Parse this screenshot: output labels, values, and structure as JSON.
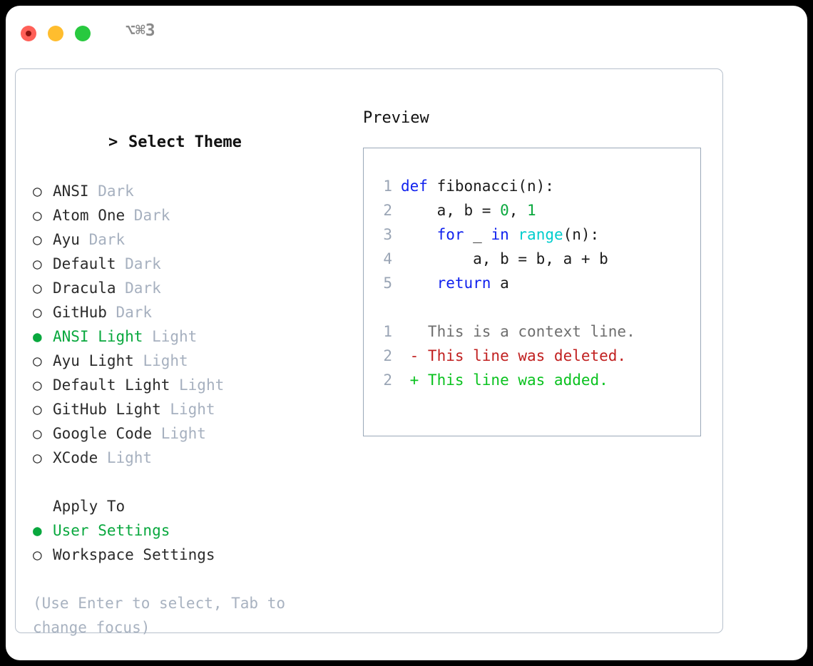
{
  "titlebar": {
    "shortcut": "⌥⌘3",
    "buttons": [
      "close",
      "minimize",
      "maximize"
    ]
  },
  "theme_list": {
    "header_caret": ">",
    "header": "Select Theme",
    "marker_selected": "●",
    "marker_unselected": "○",
    "items": [
      {
        "label": "ANSI",
        "variant": "Dark",
        "selected": false
      },
      {
        "label": "Atom One",
        "variant": "Dark",
        "selected": false
      },
      {
        "label": "Ayu",
        "variant": "Dark",
        "selected": false
      },
      {
        "label": "Default",
        "variant": "Dark",
        "selected": false
      },
      {
        "label": "Dracula",
        "variant": "Dark",
        "selected": false
      },
      {
        "label": "GitHub",
        "variant": "Dark",
        "selected": false
      },
      {
        "label": "ANSI Light",
        "variant": "Light",
        "selected": true
      },
      {
        "label": "Ayu Light",
        "variant": "Light",
        "selected": false
      },
      {
        "label": "Default Light",
        "variant": "Light",
        "selected": false
      },
      {
        "label": "GitHub Light",
        "variant": "Light",
        "selected": false
      },
      {
        "label": "Google Code",
        "variant": "Light",
        "selected": false
      },
      {
        "label": "XCode",
        "variant": "Light",
        "selected": false
      }
    ]
  },
  "apply_to": {
    "title": "Apply To",
    "options": [
      {
        "label": "User Settings",
        "selected": true
      },
      {
        "label": "Workspace Settings",
        "selected": false
      }
    ]
  },
  "hint": "(Use Enter to select, Tab to change focus)",
  "preview": {
    "title": "Preview",
    "code_lines": [
      {
        "no": "1",
        "tokens": [
          {
            "t": "def ",
            "c": "kw"
          },
          {
            "t": "fibonacci(n):",
            "c": "txt"
          }
        ]
      },
      {
        "no": "2",
        "tokens": [
          {
            "t": "    a, b = ",
            "c": "txt"
          },
          {
            "t": "0",
            "c": "num"
          },
          {
            "t": ", ",
            "c": "txt"
          },
          {
            "t": "1",
            "c": "num"
          }
        ]
      },
      {
        "no": "3",
        "tokens": [
          {
            "t": "    ",
            "c": "txt"
          },
          {
            "t": "for",
            "c": "kw"
          },
          {
            "t": " _ ",
            "c": "txt"
          },
          {
            "t": "in",
            "c": "kw"
          },
          {
            "t": " ",
            "c": "txt"
          },
          {
            "t": "range",
            "c": "fn"
          },
          {
            "t": "(n):",
            "c": "txt"
          }
        ]
      },
      {
        "no": "4",
        "tokens": [
          {
            "t": "        a, b = b, a + b",
            "c": "txt"
          }
        ]
      },
      {
        "no": "5",
        "tokens": [
          {
            "t": "    ",
            "c": "txt"
          },
          {
            "t": "return",
            "c": "kw"
          },
          {
            "t": " a",
            "c": "txt"
          }
        ]
      }
    ],
    "diff_lines": [
      {
        "no": "1",
        "sign": " ",
        "text": "This is a context line.",
        "kind": "ctx"
      },
      {
        "no": "2",
        "sign": "-",
        "text": "This line was deleted.",
        "kind": "del"
      },
      {
        "no": "2",
        "sign": "+",
        "text": "This line was added.",
        "kind": "add"
      }
    ]
  },
  "colors": {
    "accent_green": "#09a83e",
    "keyword_blue": "#1122ee",
    "function_cyan": "#00cdcd",
    "number_green": "#0aa83e",
    "diff_delete_red": "#c12020",
    "diff_add_green": "#0ac21f",
    "muted_gray": "#a6b0bf",
    "border": "#9aa8b8"
  }
}
